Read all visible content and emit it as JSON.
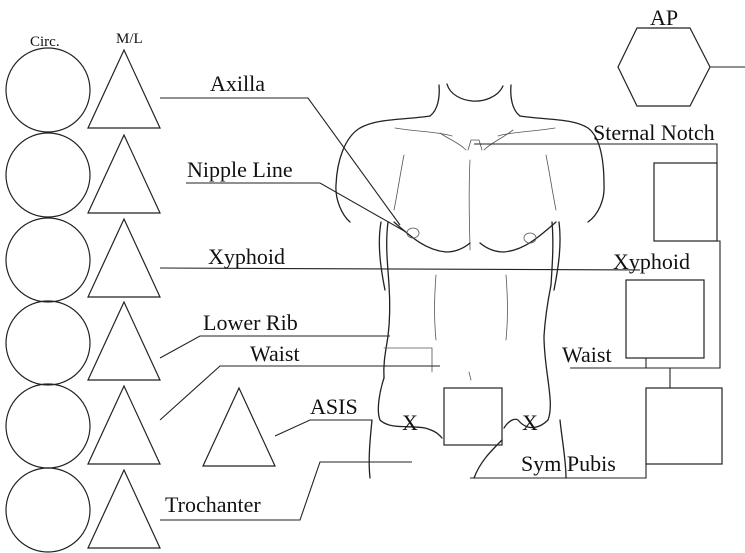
{
  "column_headers": {
    "circ": "Circ.",
    "ml": "M/L",
    "ap": "AP"
  },
  "left_labels": {
    "axilla": "Axilla",
    "nipple_line": "Nipple Line",
    "xyphoid": "Xyphoid",
    "lower_rib": "Lower Rib",
    "waist": "Waist",
    "asis": "ASIS",
    "trochanter": "Trochanter"
  },
  "right_labels": {
    "sternal_notch": "Sternal Notch",
    "xyphoid": "Xyphoid",
    "waist": "Waist",
    "sym_pubis": "Sym Pubis"
  },
  "asis_markers": {
    "left": "X",
    "right": "X"
  },
  "colors": {
    "line": "#222222",
    "background": "#ffffff"
  }
}
